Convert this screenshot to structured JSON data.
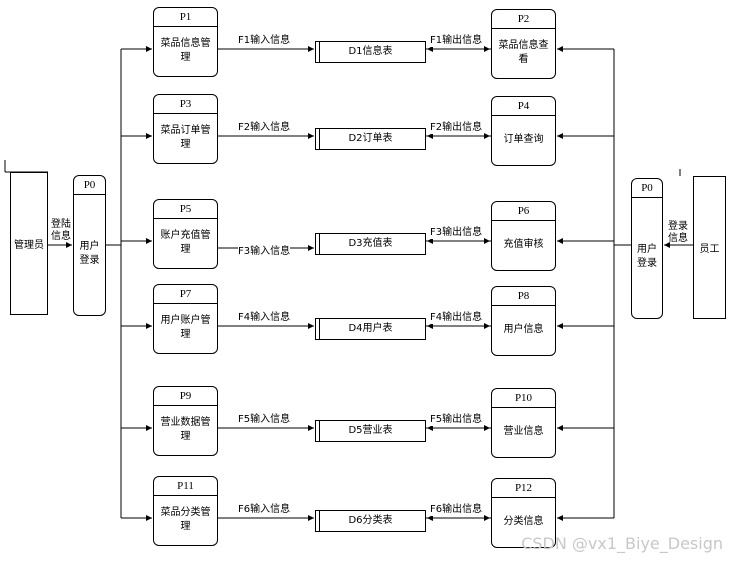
{
  "external": {
    "admin": "管理员",
    "staff": "员工",
    "admin_flow": "登陆信息",
    "staff_flow": "登录信息"
  },
  "login_left": {
    "id": "P0",
    "name": "用户登录"
  },
  "login_right": {
    "id": "P0",
    "name": "用户登录"
  },
  "rows": [
    {
      "left": {
        "id": "P1",
        "name": "菜品信息管理"
      },
      "in_flow": "F1输入信息",
      "store": "D1信息表",
      "out_flow": "F1输出信息",
      "right": {
        "id": "P2",
        "name": "菜品信息查看"
      }
    },
    {
      "left": {
        "id": "P3",
        "name": "菜品订单管理"
      },
      "in_flow": "F2输入信息",
      "store": "D2订单表",
      "out_flow": "F2输出信息",
      "right": {
        "id": "P4",
        "name": "订单查询"
      }
    },
    {
      "left": {
        "id": "P5",
        "name": "账户充值管理"
      },
      "in_flow": "F3输入信息",
      "store": "D3充值表",
      "out_flow": "F3输出信息",
      "right": {
        "id": "P6",
        "name": "充值审核"
      }
    },
    {
      "left": {
        "id": "P7",
        "name": "用户账户管理"
      },
      "in_flow": "F4输入信息",
      "store": "D4用户表",
      "out_flow": "F4输出信息",
      "right": {
        "id": "P8",
        "name": "用户信息"
      }
    },
    {
      "left": {
        "id": "P9",
        "name": "营业数据管理"
      },
      "in_flow": "F5输入信息",
      "store": "D5营业表",
      "out_flow": "F5输出信息",
      "right": {
        "id": "P10",
        "name": "营业信息"
      }
    },
    {
      "left": {
        "id": "P11",
        "name": "菜品分类管理"
      },
      "in_flow": "F6输入信息",
      "store": "D6分类表",
      "out_flow": "F6输出信息",
      "right": {
        "id": "P12",
        "name": "分类信息"
      }
    }
  ],
  "watermark": "CSDN @vx1_Biye_Design"
}
